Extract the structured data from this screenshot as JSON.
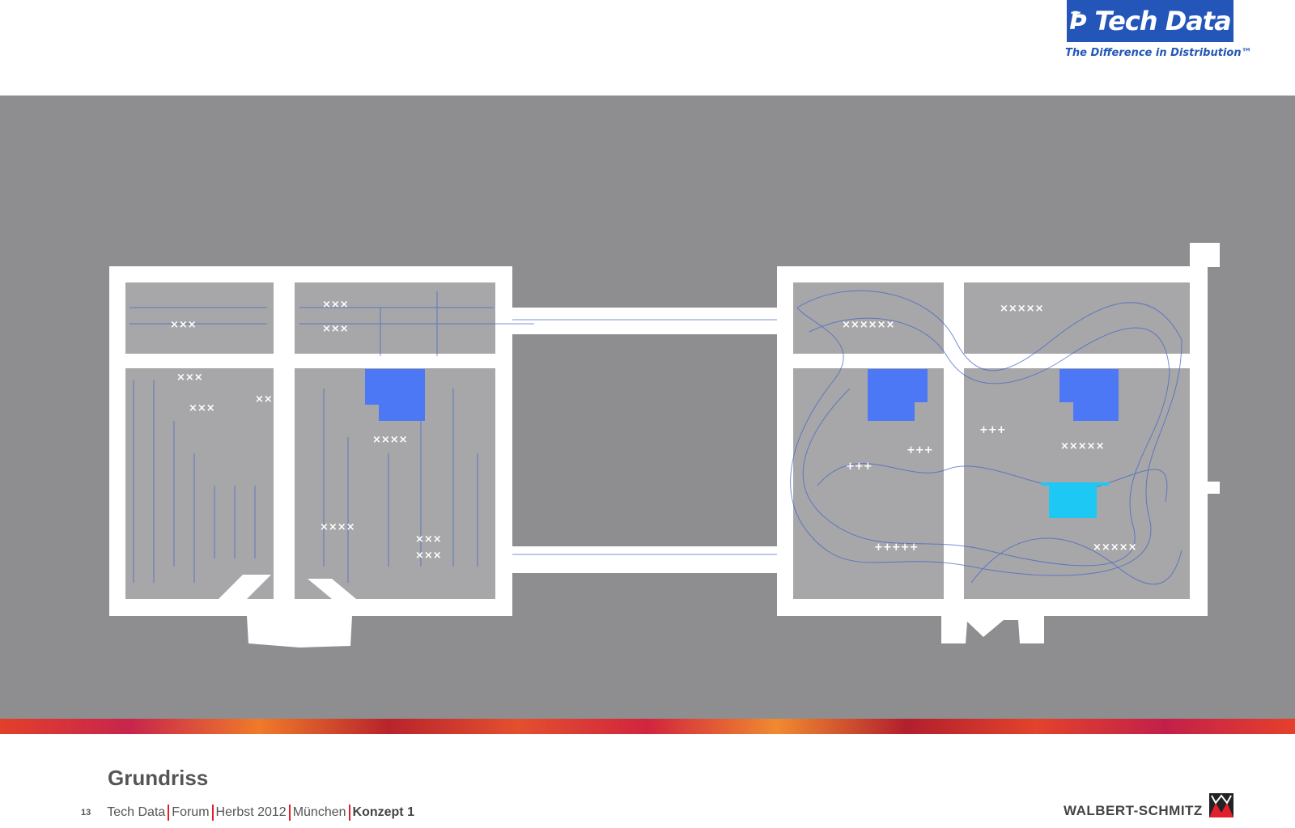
{
  "header": {
    "logo_text": "Tech Data",
    "tagline": "The Difference in Distribution™"
  },
  "slide": {
    "title": "Grundriss",
    "page_number": "13"
  },
  "footer": {
    "items": [
      "Tech Data",
      "Forum",
      "Herbst 2012",
      "München"
    ],
    "current": "Konzept 1"
  },
  "brand": {
    "agency": "WALBERT-SCHMITZ"
  },
  "colors": {
    "stage": "#4d78f5",
    "highlight": "#1ec8f5",
    "background": "#8e8e90",
    "room": "#a7a7a9"
  }
}
